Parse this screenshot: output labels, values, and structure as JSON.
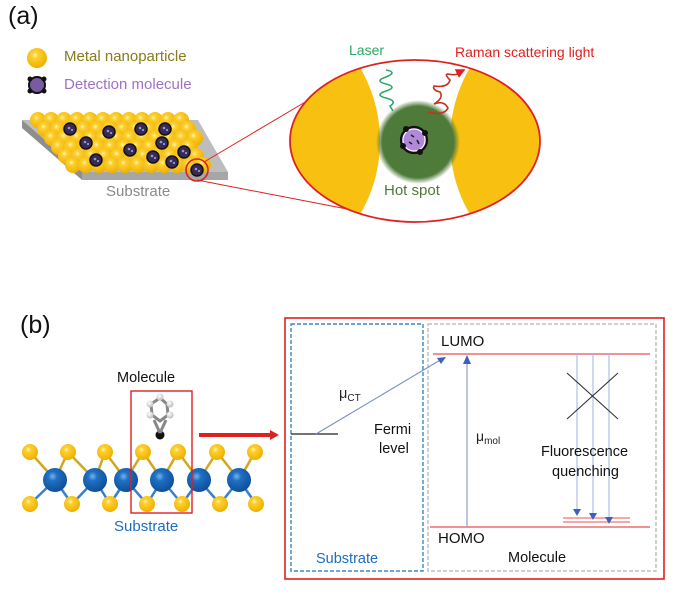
{
  "panel_a": {
    "label": "(a)",
    "legend": [
      {
        "icon": "metal-nanoparticle-icon",
        "label": "Metal nanoparticle",
        "color": "#8a7a1a"
      },
      {
        "icon": "detection-molecule-icon",
        "label": "Detection molecule",
        "color": "#a070c8"
      }
    ],
    "substrate_label": "Substrate",
    "zoom_view": {
      "laser_label": "Laser",
      "raman_label": "Raman scattering light",
      "hotspot_label": "Hot spot"
    },
    "colors": {
      "gold": "#f8c010",
      "hotspot": "#4e7a3a",
      "molecule": "#b08ad8",
      "laser": "#2aa868",
      "raman": "#e02020",
      "substrate": "#a8a8a8",
      "highlight": "#e02020"
    }
  },
  "panel_b": {
    "label": "(b)",
    "molecule_label": "Molecule",
    "substrate_label": "Substrate",
    "energy_diagram": {
      "mu_ct_symbol": "μ",
      "mu_ct_sub": "CT",
      "fermi_label_1": "Fermi",
      "fermi_label_2": "level",
      "lumo_label": "LUMO",
      "homo_label": "HOMO",
      "mu_mol_symbol": "μ",
      "mu_mol_sub": "mol",
      "fluorescence_1": "Fluorescence",
      "fluorescence_2": "quenching",
      "substrate_box_label": "Substrate",
      "molecule_box_label": "Molecule"
    },
    "colors": {
      "sulfur": "#f8c010",
      "metal_atom": "#1a6ec0",
      "box_red": "#e02020",
      "substrate_text": "#1a6ec0",
      "arrow_blue": "#4a70c0",
      "level_red": "#e85050"
    }
  }
}
